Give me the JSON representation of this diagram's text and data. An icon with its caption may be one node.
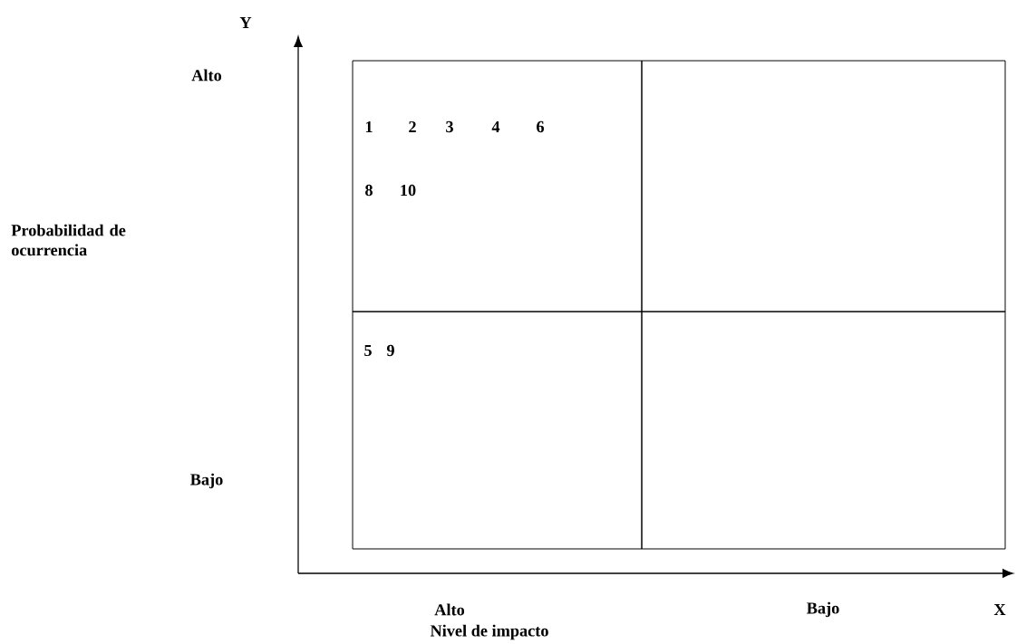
{
  "diagram": {
    "nodes": [
      {
        "text": [
          "1",
          "2",
          "3",
          "4",
          "6",
          "8",
          "10"
        ]
      },
      {
        "text": [],
        "shape": "box"
      },
      {
        "text": [
          "5",
          "9"
        ]
      },
      {
        "text": [],
        "shape": "box"
      }
    ],
    "edges": [],
    "labels": [
      "Y",
      "Alto",
      "Probabilidad de ocurrencia",
      "Bajo",
      "Alto",
      "Bajo",
      "X",
      "Nivel de impacto"
    ]
  }
}
